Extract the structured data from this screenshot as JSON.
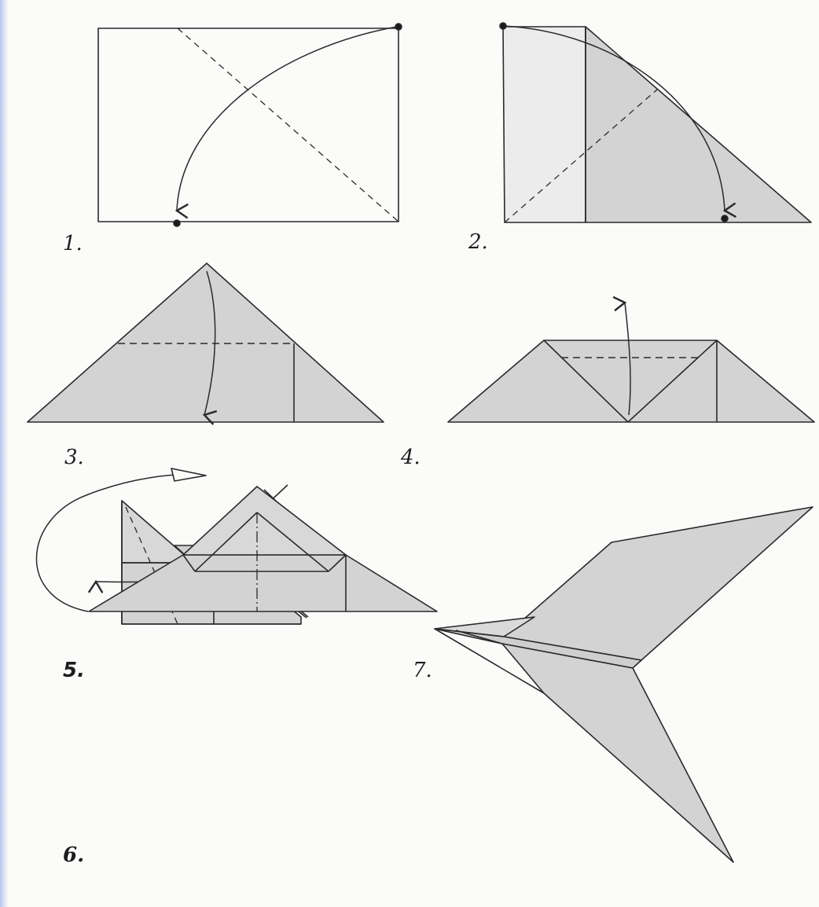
{
  "steps": [
    {
      "id": "step-1",
      "label": "1."
    },
    {
      "id": "step-2",
      "label": "2."
    },
    {
      "id": "step-3",
      "label": "3."
    },
    {
      "id": "step-4",
      "label": "4."
    },
    {
      "id": "step-5",
      "label": "5."
    },
    {
      "id": "step-6",
      "label": "6."
    },
    {
      "id": "step-7",
      "label": "7."
    }
  ],
  "colors": {
    "paper_fill": "#d3d3d3",
    "paper_fill_light": "#ececec",
    "line": "#2a2a2a",
    "background": "#fbfbfa",
    "left_edge_tint": "#b9c6ec"
  }
}
